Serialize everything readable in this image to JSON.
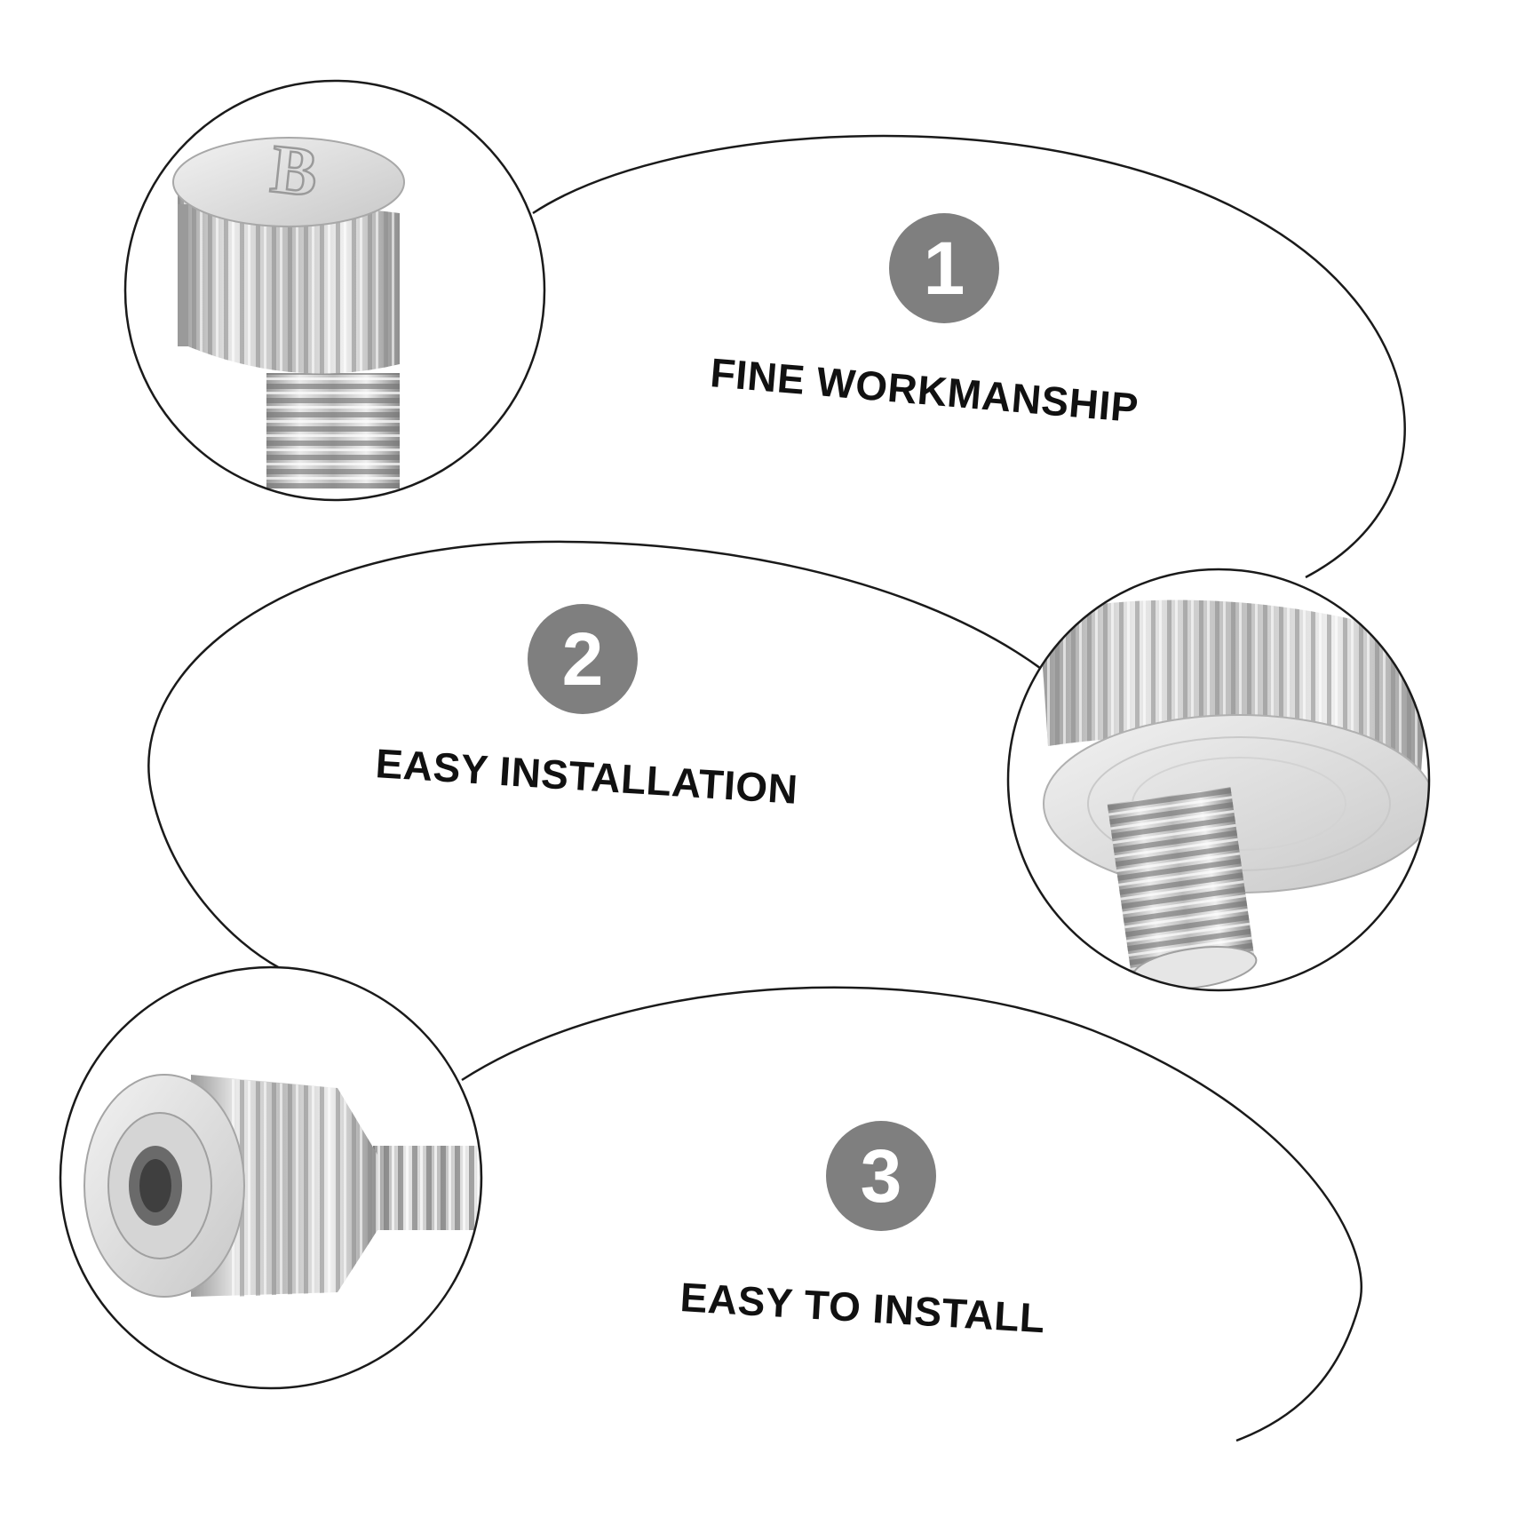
{
  "features": [
    {
      "number": "1",
      "label": "FINE WORKMANSHIP"
    },
    {
      "number": "2",
      "label": "EASY INSTALLATION"
    },
    {
      "number": "3",
      "label": "EASY TO INSTALL"
    }
  ],
  "colors": {
    "badge": "#7f7f7f",
    "outline": "#1a1a1a",
    "text": "#111111",
    "metal_light": "#e6e6e6",
    "metal_dark": "#8c8c8c"
  }
}
